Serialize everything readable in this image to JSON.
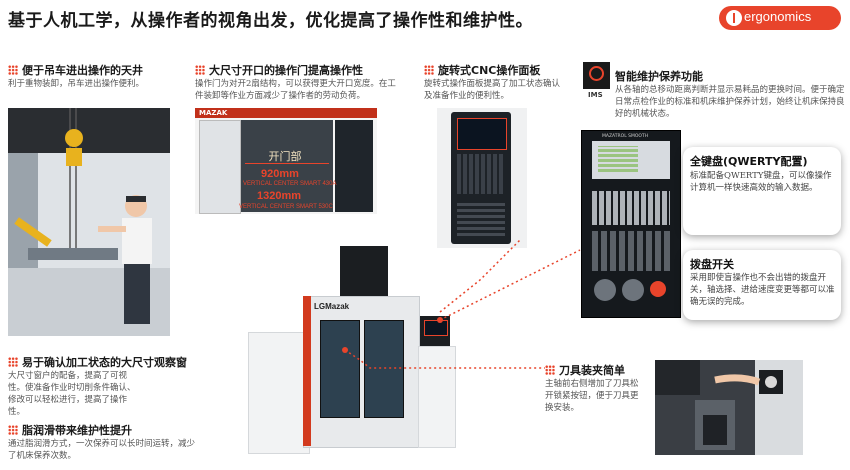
{
  "title": "基于人机工学，从操作者的视角出发，优化提高了操作性和维护性。",
  "badge": {
    "text": "ergonomics",
    "color": "#e8442b"
  },
  "sections": {
    "crane": {
      "heading": "便于吊车进出操作的天井",
      "text": "利于重物装卸，吊车进出操作便利。"
    },
    "door": {
      "heading": "大尺寸开口的操作门提高操作性",
      "text": "操作门为对开2扇结构，可以获得更大开口宽度。在工件装卸等作业方面减少了操作者的劳动负荷。"
    },
    "cnc": {
      "heading": "旋转式CNC操作面板",
      "text": "旋转式操作面板提高了加工状态确认及准备作业的便利性。"
    },
    "ims": {
      "heading": "智能维护保养功能",
      "icon_label": "IMS",
      "text": "从各轴的总移动距离判断并显示易耗品的更换时间。便于确定日常点检作业的标准和机床维护保养计划，始终让机床保持良好的机械状态。"
    },
    "keyboard": {
      "heading": "全键盘(QWERTY配置)",
      "text": "标准配备QWERTY键盘，可以像操作计算机一样快速高效的输入数据。"
    },
    "dial": {
      "heading": "拨盘开关",
      "text": "采用即使盲操作也不会出错的拨盘开关，轴选择、进给速度变更等都可以准确无误的完成。"
    },
    "window": {
      "heading": "易于确认加工状态的大尺寸观察窗",
      "text": "大尺寸窗户的配备，提高了可视性。使准备作业时切削条件确认、修改可以轻松进行，提高了操作性。"
    },
    "lube": {
      "heading": "脂润滑带来维护性提升",
      "text": "通过脂润滑方式，一次保养可以长时间运转，减少了机床保养次数。"
    },
    "tool": {
      "heading": "刀具装夹简单",
      "text": "主轴前右侧增加了刀具松开锁紧按钮，便于刀具更换安装。"
    }
  },
  "door_photo": {
    "opening_label": "开门部",
    "dim1": "920mm",
    "model1": "VERTICAL CENTER SMART 430A",
    "dim2": "1320mm",
    "model2": "VERTICAL CENTER SMART 530C",
    "brand": "MAZAK"
  },
  "machine": {
    "brand": "LGMazak"
  },
  "panel": {
    "brand": "MAZATROL SMOOTH"
  }
}
